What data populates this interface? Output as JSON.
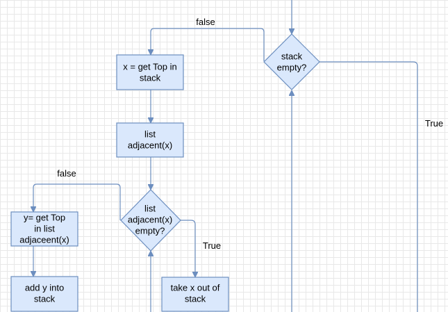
{
  "nodes": {
    "stack_empty": {
      "lines": [
        "stack",
        "empty?"
      ]
    },
    "get_top": {
      "lines": [
        "x = get Top in",
        "stack"
      ]
    },
    "list_adjacent": {
      "lines": [
        "list",
        "adjacent(x)"
      ]
    },
    "list_empty": {
      "lines": [
        "list",
        "adjacent(x)",
        "empty?"
      ]
    },
    "get_y": {
      "lines": [
        "y= get Top",
        "in list",
        "adjaceent(x)"
      ]
    },
    "add_y": {
      "lines": [
        "add y into",
        "stack"
      ]
    },
    "take_x": {
      "lines": [
        "take x out of",
        "stack"
      ]
    }
  },
  "edge_labels": {
    "stack_false": "false",
    "stack_true": "True",
    "list_false": "false",
    "list_true": "True"
  },
  "colors": {
    "node_fill": "#dae8fc",
    "node_stroke": "#6c8ebf",
    "grid": "#e8e8e8"
  }
}
